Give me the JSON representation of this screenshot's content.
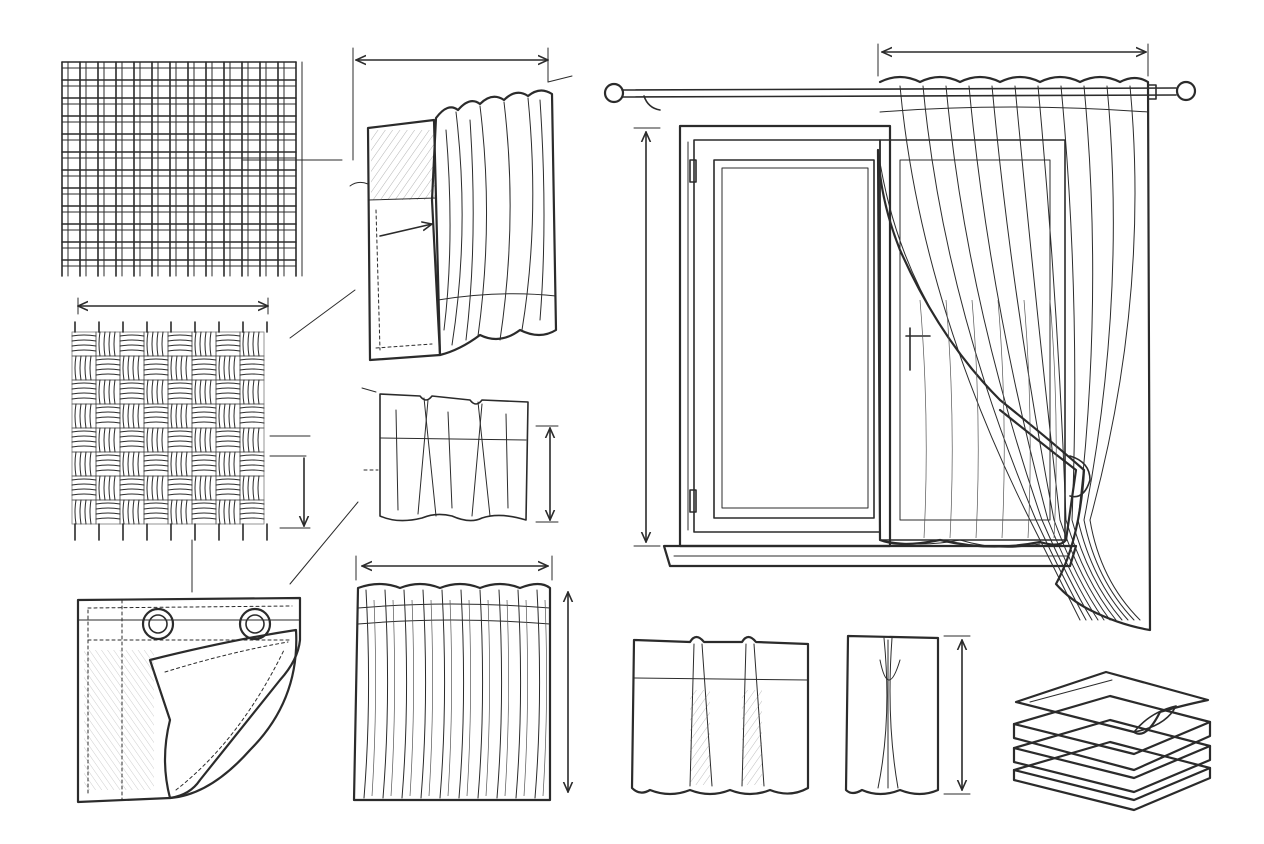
{
  "sheet": {
    "kind": "curtain construction sketch sheet",
    "text_labels": [],
    "ink_color": "#2b2b2b",
    "paper_color": "#ffffff"
  },
  "panels": [
    {
      "id": "plain-weave",
      "icon": "plain-weave-swatch-icon"
    },
    {
      "id": "basket-weave",
      "icon": "basket-weave-swatch-icon"
    },
    {
      "id": "grommet-corner",
      "icon": "grommet-corner-icon"
    },
    {
      "id": "pleat-tape-panel",
      "icon": "pleat-tape-curtain-icon"
    },
    {
      "id": "pinch-pleat-detail",
      "icon": "pinch-pleat-header-icon"
    },
    {
      "id": "pencil-pleat-curtain",
      "icon": "pencil-pleat-curtain-icon"
    },
    {
      "id": "window-with-curtain",
      "icon": "window-curtain-rod-icon"
    },
    {
      "id": "box-pleat-sample",
      "icon": "box-pleat-sample-icon"
    },
    {
      "id": "single-pleat-sample",
      "icon": "single-pleat-sample-icon"
    },
    {
      "id": "fabric-layers",
      "icon": "fabric-layers-stack-icon"
    }
  ]
}
